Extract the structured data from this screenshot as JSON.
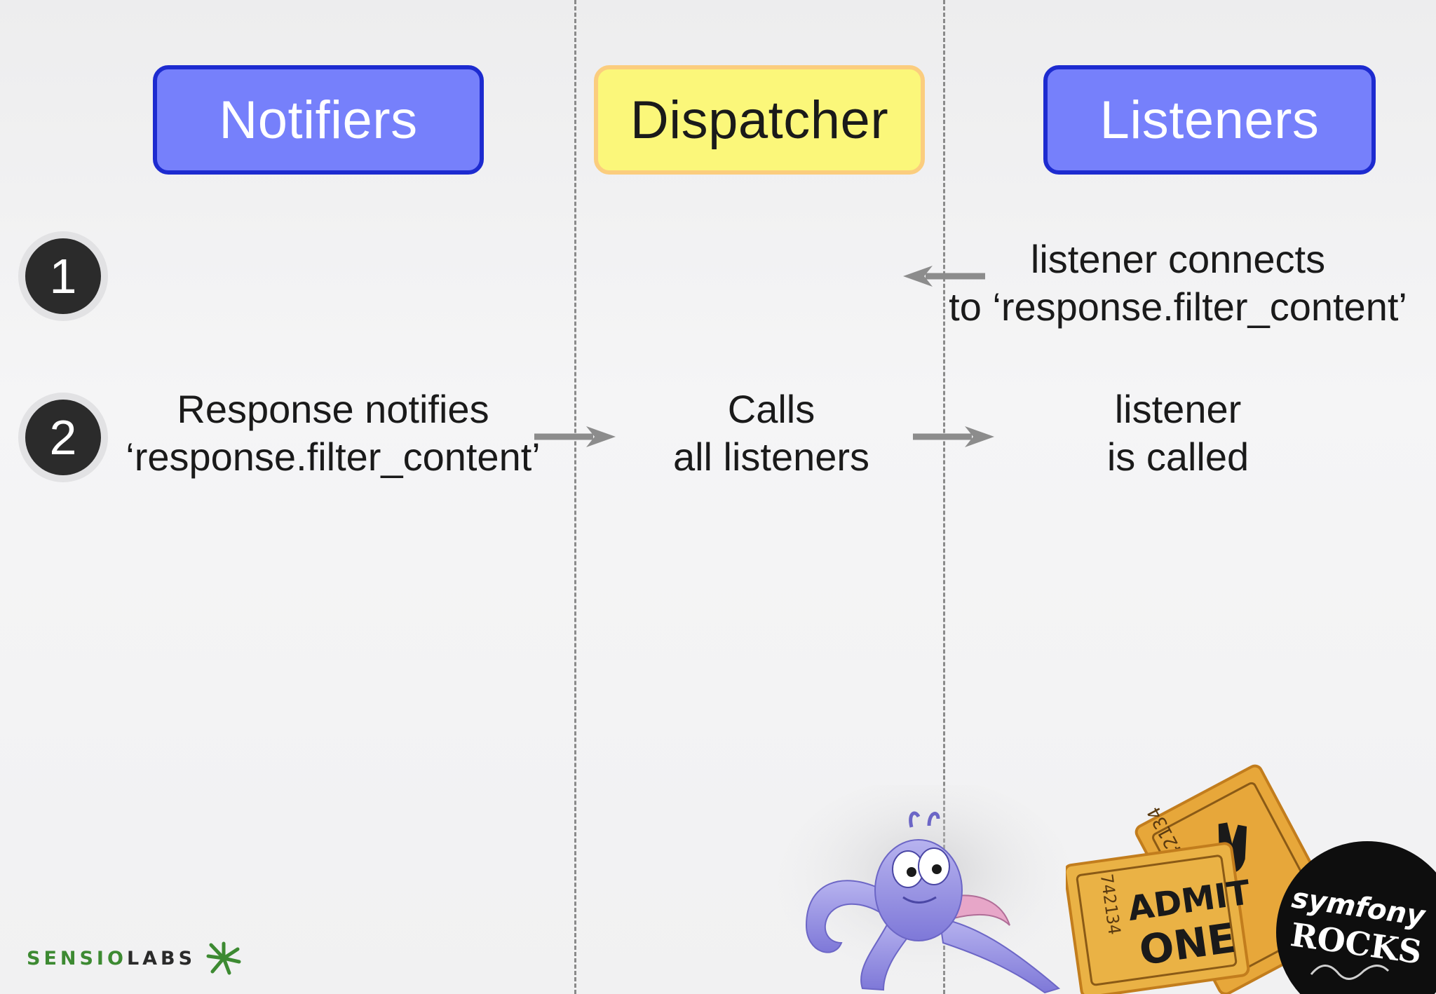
{
  "headers": {
    "notifiers": "Notifiers",
    "dispatcher": "Dispatcher",
    "listeners": "Listeners"
  },
  "steps": [
    {
      "number": "1",
      "listener_line1": "listener connects",
      "listener_line2": "to ‘response.filter_content’"
    },
    {
      "number": "2",
      "notifier_line1": "Response notifies",
      "notifier_line2": "‘response.filter_content’",
      "dispatcher_line1": "Calls",
      "dispatcher_line2": "all listeners",
      "listener_line1": "listener",
      "listener_line2": "is called"
    }
  ],
  "branding": {
    "logo_part1": "SENSIO",
    "logo_part2": "LABS",
    "ticket_number": "742134",
    "ticket_text1": "ADMIT",
    "ticket_text2": "ONE",
    "badge_text1": "symfony",
    "badge_text2": "ROCKS"
  },
  "colors": {
    "box_blue": "#7680fb",
    "box_blue_border": "#1d2bd0",
    "box_yellow": "#fbf77a",
    "box_yellow_border": "#fbcd7e",
    "arrow": "#8c8c8c",
    "logo_green": "#3d8a32"
  }
}
